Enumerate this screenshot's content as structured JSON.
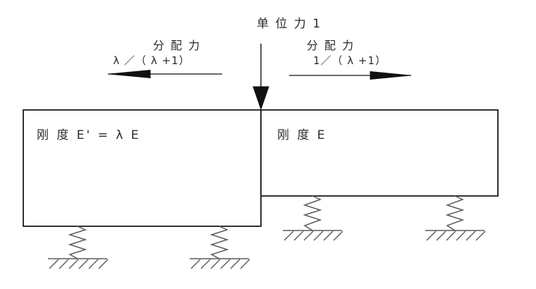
{
  "diagram": {
    "unit_force_label": "单 位 力 1",
    "left_distribution": {
      "label": "分 配 力",
      "formula": "λ ／（ λ +1）"
    },
    "right_distribution": {
      "label": "分 配 力",
      "formula": "1／（ λ +1）"
    },
    "left_beam_label": "刚 度 E' = λ E",
    "right_beam_label": "刚 度 E",
    "colors": {
      "background": "#ffffff",
      "outline": "#1c1c1c",
      "arrow": "#111111",
      "spring": "#5a5a5a",
      "text": "#2a2a2a"
    }
  }
}
